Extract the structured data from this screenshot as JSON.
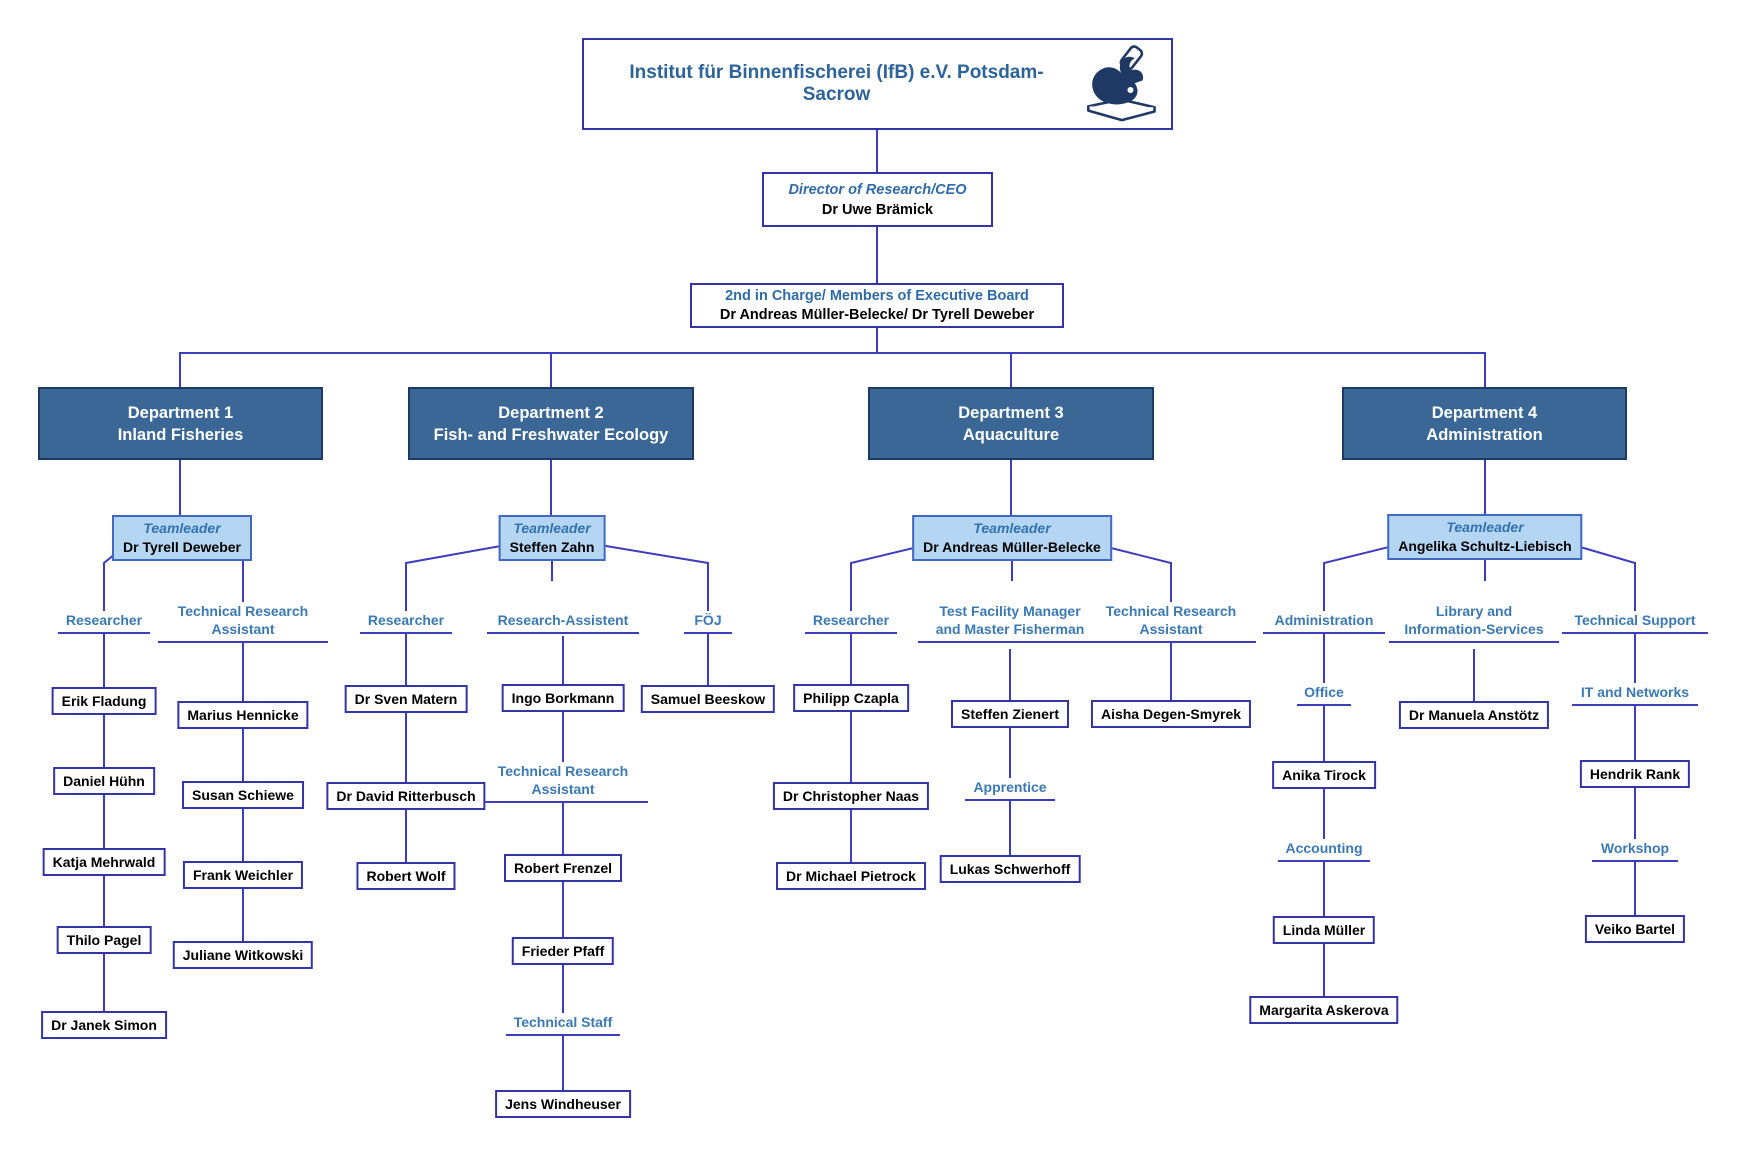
{
  "institute": {
    "title": "Institut für Binnenfischerei (IfB) e.V. Potsdam-Sacrow",
    "logo": "microscope-fish-icon"
  },
  "director": {
    "role": "Director of Research/CEO",
    "name": "Dr Uwe Brämick"
  },
  "executive": {
    "role": "2nd in Charge/ Members of Executive Board",
    "name": "Dr Andreas Müller-Belecke/ Dr Tyrell Deweber"
  },
  "teamleader_label": "Teamleader",
  "departments": [
    {
      "title": "Department 1",
      "subtitle": "Inland Fisheries",
      "teamleader": "Dr Tyrell Deweber",
      "columns": [
        {
          "role": "Researcher",
          "members": [
            "Erik Fladung",
            "Daniel Hühn",
            "Katja Mehrwald",
            "Thilo Pagel",
            "Dr Janek Simon"
          ]
        },
        {
          "role": "Technical Research\nAssistant",
          "members": [
            "Marius Hennicke",
            "Susan Schiewe",
            "Frank Weichler",
            "Juliane Witkowski"
          ]
        }
      ]
    },
    {
      "title": "Department 2",
      "subtitle": "Fish- and Freshwater Ecology",
      "teamleader": "Steffen Zahn",
      "columns": [
        {
          "role": "Researcher",
          "members": [
            "Dr Sven Matern",
            "Dr David Ritterbusch",
            "Robert Wolf"
          ]
        },
        {
          "role": "Research-Assistent",
          "members": [
            "Ingo Borkmann"
          ],
          "subsections": [
            {
              "role": "Technical Research\nAssistant",
              "members": [
                "Robert Frenzel",
                "Frieder Pfaff"
              ]
            },
            {
              "role": "Technical Staff",
              "members": [
                "Jens Windheuser"
              ]
            }
          ]
        },
        {
          "role": "FÖJ",
          "members": [
            "Samuel Beeskow"
          ]
        }
      ]
    },
    {
      "title": "Department 3",
      "subtitle": "Aquaculture",
      "teamleader": "Dr Andreas Müller-Belecke",
      "columns": [
        {
          "role": "Researcher",
          "members": [
            "Philipp Czapla",
            "Dr Christopher Naas",
            "Dr Michael Pietrock"
          ]
        },
        {
          "role": "Test Facility Manager\nand Master Fisherman",
          "members": [
            "Steffen Zienert"
          ],
          "subsections": [
            {
              "role": "Apprentice",
              "members": [
                "Lukas Schwerhoff"
              ]
            }
          ]
        },
        {
          "role": "Technical Research\nAssistant",
          "members": [
            "Aisha Degen-Smyrek"
          ]
        }
      ]
    },
    {
      "title": "Department 4",
      "subtitle": "Administration",
      "teamleader": "Angelika Schultz-Liebisch",
      "columns": [
        {
          "role": "Administration",
          "subsections": [
            {
              "role": "Office",
              "members": [
                "Anika Tirock"
              ]
            },
            {
              "role": "Accounting",
              "members": [
                "Linda Müller",
                "Margarita Askerova"
              ]
            }
          ]
        },
        {
          "role": "Library and\nInformation-Services",
          "members": [
            "Dr Manuela Anstötz"
          ]
        },
        {
          "role": "Technical Support",
          "subsections": [
            {
              "role": "IT and Networks",
              "members": [
                "Hendrik Rank"
              ]
            },
            {
              "role": "Workshop",
              "members": [
                "Veiko Bartel"
              ]
            }
          ]
        }
      ]
    }
  ],
  "colors": {
    "connector_line": "#3C3CBE",
    "box_border": "#3434A8",
    "dept_fill": "#3A6795",
    "dept_border": "#1C3A63",
    "teamleader_fill": "#B5D6F3",
    "teamleader_border": "#4169C1",
    "label_blue": "#3B79B5",
    "title_blue": "#2C6399",
    "logo_navy": "#1F3864"
  }
}
